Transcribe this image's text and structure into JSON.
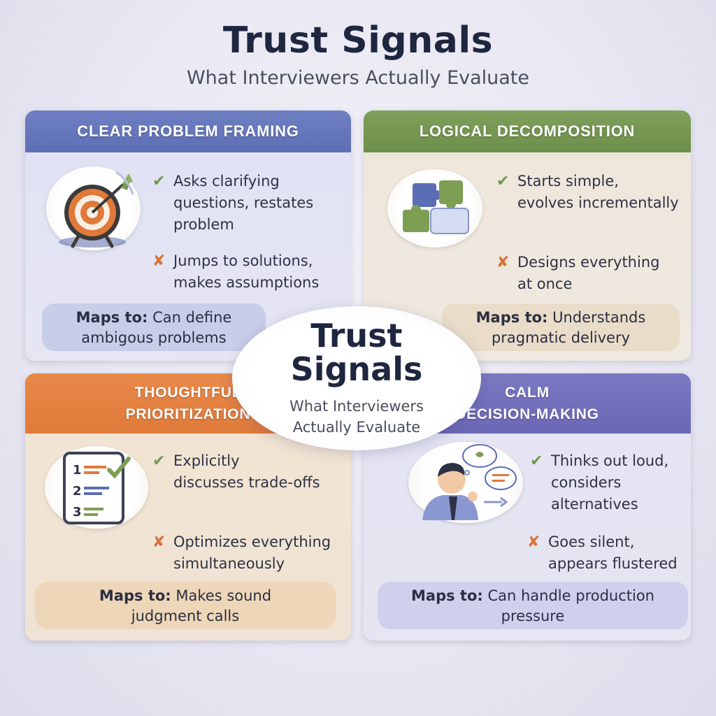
{
  "header": {
    "title": "Trust Signals",
    "subtitle": "What Interviewers Actually Evaluate"
  },
  "center": {
    "title_line1": "Trust",
    "title_line2": "Signals",
    "subtitle_line1": "What Interviewers",
    "subtitle_line2": "Actually Evaluate"
  },
  "cards": [
    {
      "title": "CLEAR PROBLEM FRAMING",
      "icon": "target-icon",
      "positive": [
        "Asks clarifying",
        "questions, restates",
        "problem"
      ],
      "negative": [
        "Jumps to solutions,",
        "makes assumptions"
      ],
      "maps_label": "Maps to:",
      "maps_line1": "Can define",
      "maps_line2": "ambigous problems",
      "color": "#6577b9"
    },
    {
      "title": "LOGICAL DECOMPOSITION",
      "icon": "puzzle-icon",
      "positive": [
        "Starts simple,",
        "evolves incrementally"
      ],
      "negative": [
        "Designs everything",
        "at once"
      ],
      "maps_label": "Maps to:",
      "maps_line1": "Understands",
      "maps_line2": "pragmatic delivery",
      "color": "#759852"
    },
    {
      "title_line1": "THOUGHTFUL",
      "title_line2": "PRIORITIZATION",
      "icon": "checklist-icon",
      "positive": [
        "Explicitly",
        "discusses trade-offs"
      ],
      "negative": [
        "Optimizes everything",
        "simultaneously"
      ],
      "maps_label": "Maps to:",
      "maps_line1": "Makes sound",
      "maps_line2": "judgment calls",
      "color": "#e4823f"
    },
    {
      "title_line1": "CALM",
      "title_line2": "DECISION-MAKING",
      "icon": "thinking-person-icon",
      "positive": [
        "Thinks out loud,",
        "considers",
        "alternatives"
      ],
      "negative": [
        "Goes silent,",
        "appears flustered"
      ],
      "maps_label": "Maps to:",
      "maps_line1": "Can handle production",
      "maps_line2": "pressure",
      "color": "#716fbb"
    }
  ],
  "marks": {
    "check": "✔",
    "cross": "✘"
  }
}
